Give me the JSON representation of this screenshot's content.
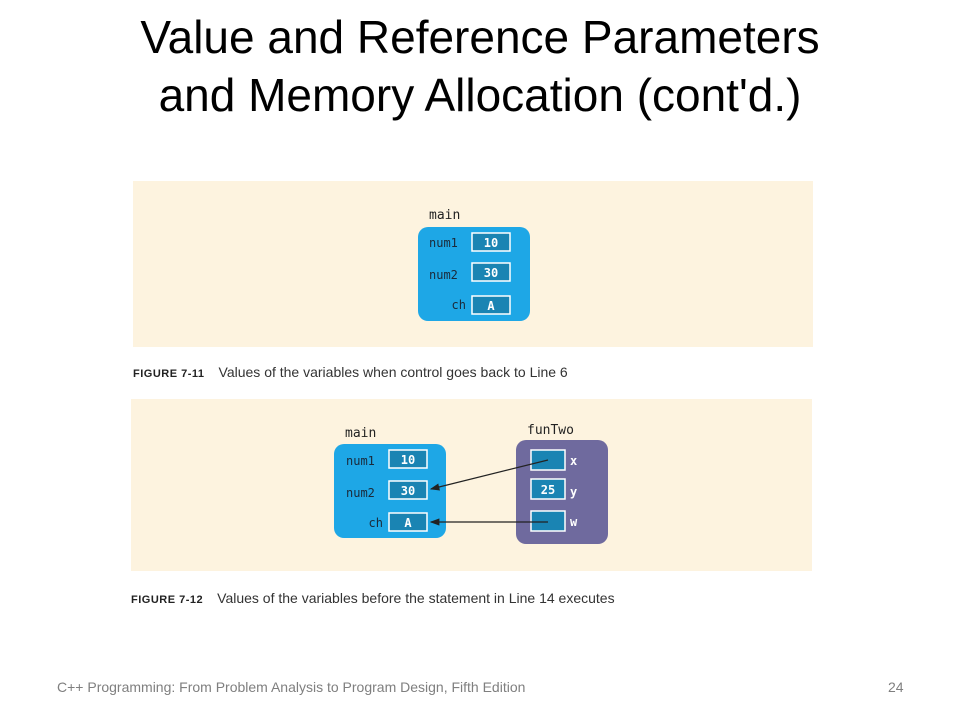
{
  "slide": {
    "title_line1": "Value and Reference Parameters",
    "title_line2": "and Memory Allocation (cont'd.)",
    "footer": "C++ Programming: From Problem Analysis to Program Design, Fifth Edition",
    "page_number": "24"
  },
  "figure1": {
    "label": "FIGURE 7-11",
    "caption": "Values of the variables when control goes back to Line 6",
    "main": {
      "name": "main",
      "vars": [
        {
          "name": "num1",
          "value": "10"
        },
        {
          "name": "num2",
          "value": "30"
        },
        {
          "name": "ch",
          "value": "A"
        }
      ]
    }
  },
  "figure2": {
    "label": "FIGURE 7-12",
    "caption": "Values of the variables before the statement in Line 14 executes",
    "main": {
      "name": "main",
      "vars": [
        {
          "name": "num1",
          "value": "10"
        },
        {
          "name": "num2",
          "value": "30"
        },
        {
          "name": "ch",
          "value": "A"
        }
      ]
    },
    "funTwo": {
      "name": "funTwo",
      "params": [
        {
          "name": "x",
          "value": ""
        },
        {
          "name": "y",
          "value": "25"
        },
        {
          "name": "w",
          "value": ""
        }
      ]
    }
  },
  "colors": {
    "main_box": "#1ea7e6",
    "fun_box": "#6f6a9e",
    "cell": "#1a84b3",
    "panel": "#fdf3df"
  }
}
